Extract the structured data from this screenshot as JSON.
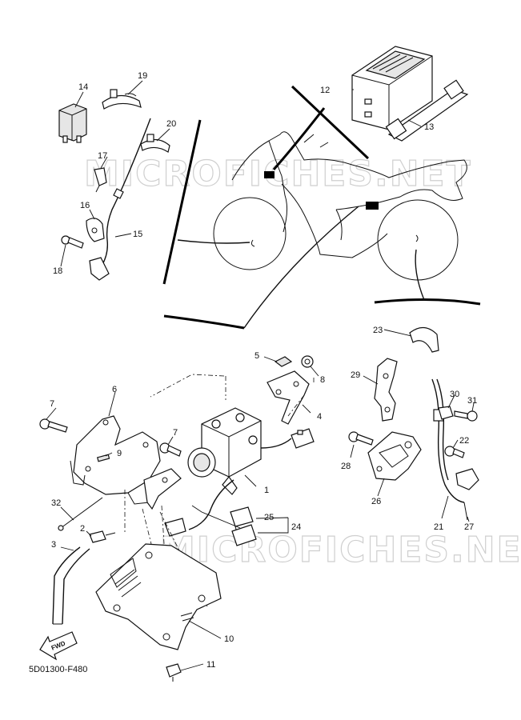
{
  "watermark": {
    "text_top": "MICROFICHES.NET",
    "text_bottom": "MICROFICHES.NET"
  },
  "diagram_code": "5D01300-F480",
  "fwd_label": "FWD",
  "part_labels": [
    {
      "id": "p1",
      "text": "1"
    },
    {
      "id": "p2",
      "text": "2"
    },
    {
      "id": "p3",
      "text": "3"
    },
    {
      "id": "p4",
      "text": "4"
    },
    {
      "id": "p5",
      "text": "5"
    },
    {
      "id": "p6",
      "text": "6"
    },
    {
      "id": "p7a",
      "text": "7"
    },
    {
      "id": "p7b",
      "text": "7"
    },
    {
      "id": "p8",
      "text": "8"
    },
    {
      "id": "p9",
      "text": "9"
    },
    {
      "id": "p10",
      "text": "10"
    },
    {
      "id": "p11",
      "text": "11"
    },
    {
      "id": "p12",
      "text": "12"
    },
    {
      "id": "p13",
      "text": "13"
    },
    {
      "id": "p14",
      "text": "14"
    },
    {
      "id": "p15",
      "text": "15"
    },
    {
      "id": "p16",
      "text": "16"
    },
    {
      "id": "p17",
      "text": "17"
    },
    {
      "id": "p18",
      "text": "18"
    },
    {
      "id": "p19",
      "text": "19"
    },
    {
      "id": "p20",
      "text": "20"
    },
    {
      "id": "p21",
      "text": "21"
    },
    {
      "id": "p22",
      "text": "22"
    },
    {
      "id": "p23",
      "text": "23"
    },
    {
      "id": "p24",
      "text": "24"
    },
    {
      "id": "p25",
      "text": "25"
    },
    {
      "id": "p26",
      "text": "26"
    },
    {
      "id": "p27",
      "text": "27"
    },
    {
      "id": "p28",
      "text": "28"
    },
    {
      "id": "p29",
      "text": "29"
    },
    {
      "id": "p30",
      "text": "30"
    },
    {
      "id": "p31",
      "text": "31"
    },
    {
      "id": "p32",
      "text": "32"
    }
  ]
}
